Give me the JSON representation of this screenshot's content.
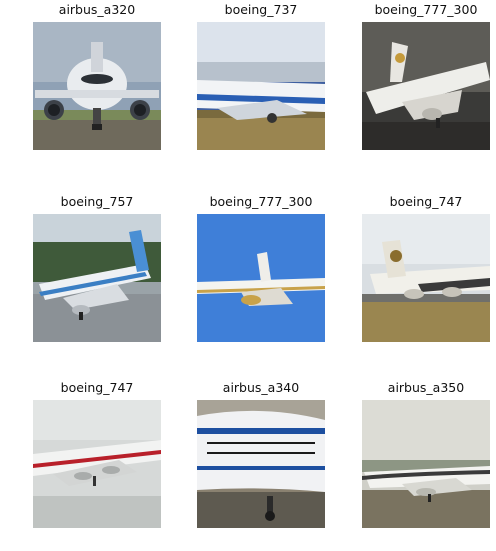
{
  "grid": {
    "rows": 3,
    "columns": 3,
    "items": [
      {
        "label": "airbus_a320"
      },
      {
        "label": "boeing_737"
      },
      {
        "label": "boeing_777_300"
      },
      {
        "label": "boeing_757"
      },
      {
        "label": "boeing_777_300"
      },
      {
        "label": "boeing_747"
      },
      {
        "label": "boeing_747"
      },
      {
        "label": "airbus_a340"
      },
      {
        "label": "airbus_a350"
      }
    ]
  }
}
